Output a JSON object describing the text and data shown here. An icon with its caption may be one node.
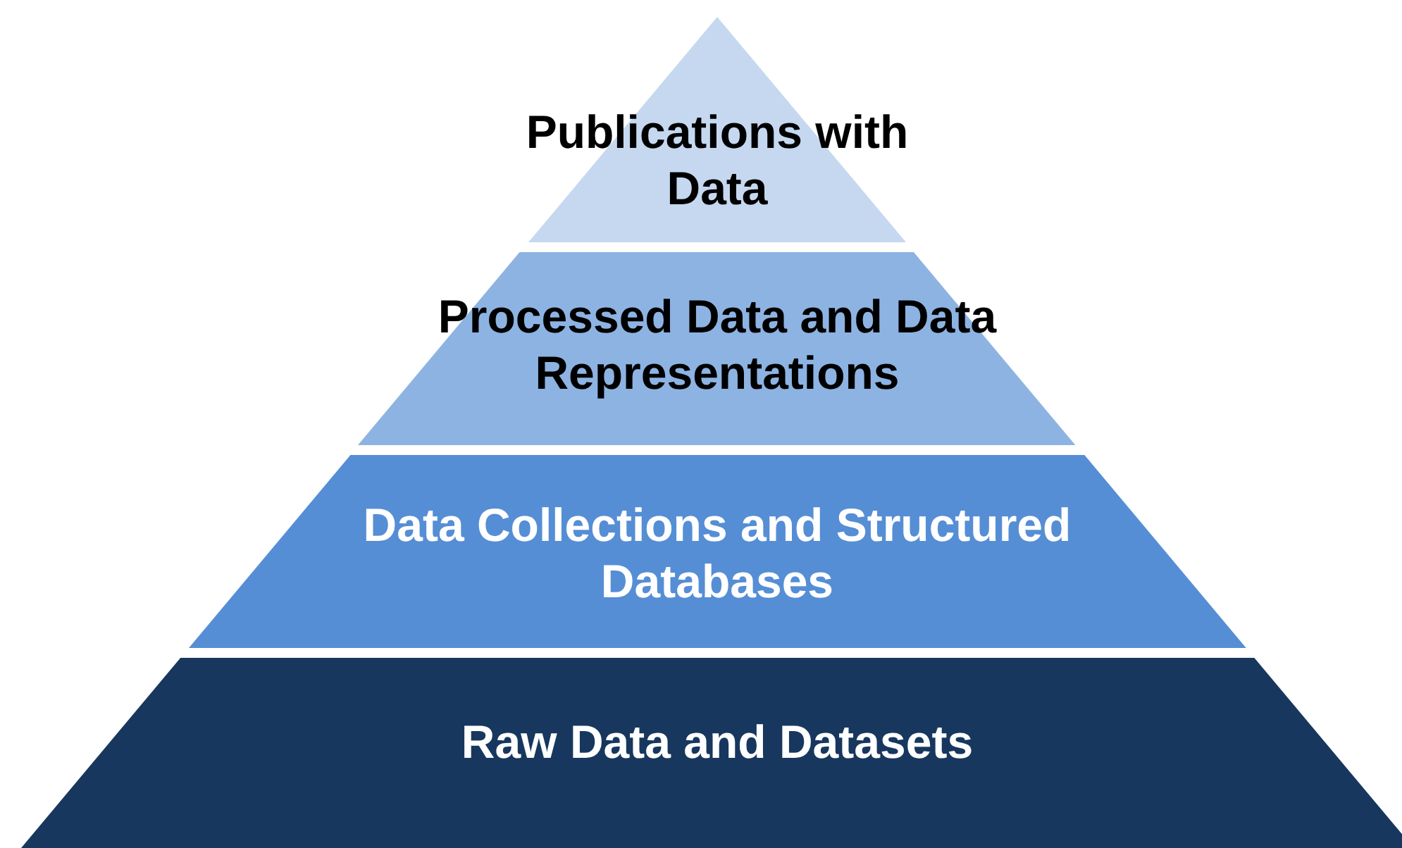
{
  "diagram": {
    "nodes": [
      {
        "text": [
          "Publications with Data"
        ]
      },
      {
        "text": [
          "Processed Data and Data Representations"
        ]
      },
      {
        "text": [
          "Data Collections and Structured Databases"
        ]
      },
      {
        "text": [
          "Raw Data and Datasets"
        ]
      }
    ]
  }
}
